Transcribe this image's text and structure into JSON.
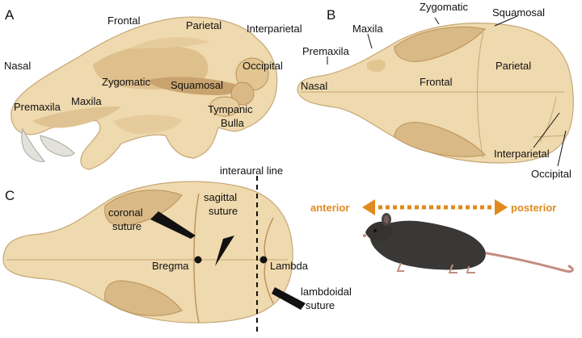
{
  "panels": {
    "a": "A",
    "b": "B",
    "c": "C"
  },
  "panel_a": {
    "frontal": "Frontal",
    "parietal": "Parietal",
    "interparietal": "Interparietal",
    "nasal": "Nasal",
    "occipital": "Occipital",
    "zygomatic": "Zygomatic",
    "squamosal": "Squamosal",
    "premaxila": "Premaxila",
    "maxila": "Maxila",
    "tympanic_1": "Tympanic",
    "tympanic_2": "Bulla"
  },
  "panel_b": {
    "zygomatic": "Zygomatic",
    "squamosal": "Squamosal",
    "maxila": "Maxila",
    "premaxila": "Premaxila",
    "parietal": "Parietal",
    "nasal": "Nasal",
    "frontal": "Frontal",
    "interparietal": "Interparietal",
    "occipital": "Occipital"
  },
  "panel_c": {
    "interaural_line": "interaural line",
    "coronal_1": "coronal",
    "coronal_2": "suture",
    "sagittal_1": "sagittal",
    "sagittal_2": "suture",
    "bregma": "Bregma",
    "lambda": "Lambda",
    "lambdoidal_1": "lambdoidal",
    "lambdoidal_2": "suture"
  },
  "orientation": {
    "anterior": "anterior",
    "posterior": "posterior",
    "color": "#E08A1E"
  },
  "colors": {
    "bone": "#EFD9AE",
    "bone_shade": "#D9B985",
    "bone_dark": "#B8935C",
    "teeth": "#E3E1DB",
    "mouse": "#3A3836"
  }
}
